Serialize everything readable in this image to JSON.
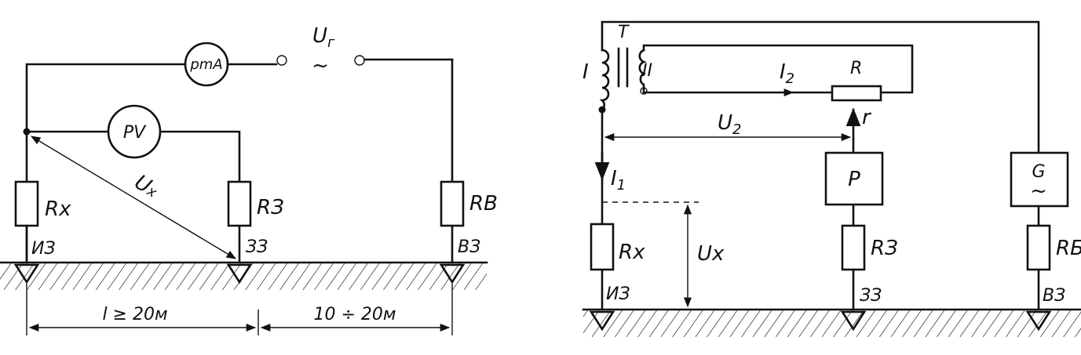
{
  "left_diagram": {
    "ammeter": "pmA",
    "voltmeter": "PV",
    "source_voltage": "U",
    "source_voltage_sub": "г",
    "source_symbol": "~",
    "measured_voltage": "U",
    "measured_voltage_sub": "x",
    "resistor_x": "R",
    "resistor_x_sub": "x",
    "resistor_3": "R",
    "resistor_3_sub": "З",
    "resistor_b": "R",
    "resistor_b_sub": "В",
    "electrode_test": "ИЗ",
    "electrode_probe": "ЗЗ",
    "electrode_aux": "ВЗ",
    "distance_1": "l ≥ 20м",
    "distance_2": "10 ÷ 20м"
  },
  "right_diagram": {
    "transformer": "T",
    "winding_1": "I",
    "winding_2": "II",
    "current_2": "I",
    "current_2_sub": "2",
    "current_1": "I",
    "current_1_sub": "1",
    "rheostat": "R",
    "slider": "r",
    "voltage_2": "U",
    "voltage_2_sub": "2",
    "detector": "P",
    "generator": "G",
    "generator_symbol": "~",
    "measured_voltage": "U",
    "measured_voltage_sub": "x",
    "resistor_x": "R",
    "resistor_x_sub": "x",
    "resistor_3": "R",
    "resistor_3_sub": "З",
    "resistor_b": "R",
    "resistor_b_sub": "Б",
    "electrode_test": "ИЗ",
    "electrode_probe": "ЗЗ",
    "electrode_aux": "ВЗ"
  }
}
